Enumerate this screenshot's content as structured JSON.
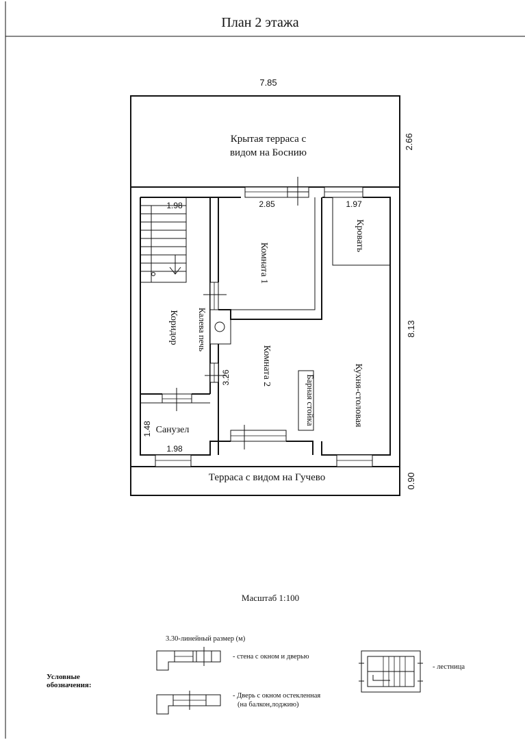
{
  "title": "План 2 этажа",
  "dimensions": {
    "top_width": "7.85",
    "top_terrace_depth": "2.66",
    "total_depth": "8.13",
    "bottom_terrace_depth": "0.90",
    "stair_width": "1.98",
    "room1_width": "2.85",
    "bed_width": "1.97",
    "room2_height": "3.26",
    "bath_height": "1.48",
    "bath_width": "1.98"
  },
  "rooms": {
    "covered_terrace_line1": "Крытая терраса с",
    "covered_terrace_line2": "видом на Боснию",
    "room1": "Комната 1",
    "bed": "Кровать",
    "corridor": "Коридор",
    "stove": "Калева печь",
    "room2": "Комната 2",
    "bar": "Барная стойка",
    "kitchen": "Кухня-столовая",
    "bathroom": "Санузел",
    "bottom_terrace": "Терраса с видом на Гучево"
  },
  "scale": "Масштаб 1:100",
  "legend": {
    "heading_line1": "Условные",
    "heading_line2": "обозначения:",
    "linear_size": "3.30-линейный размер (м)",
    "wall_window_door": "- стена с окном и дверью",
    "glazed_door_line1": "- Дверь с окном остекленная",
    "glazed_door_line2": "(на балкон,лоджию)",
    "stairs": "- лестница"
  }
}
